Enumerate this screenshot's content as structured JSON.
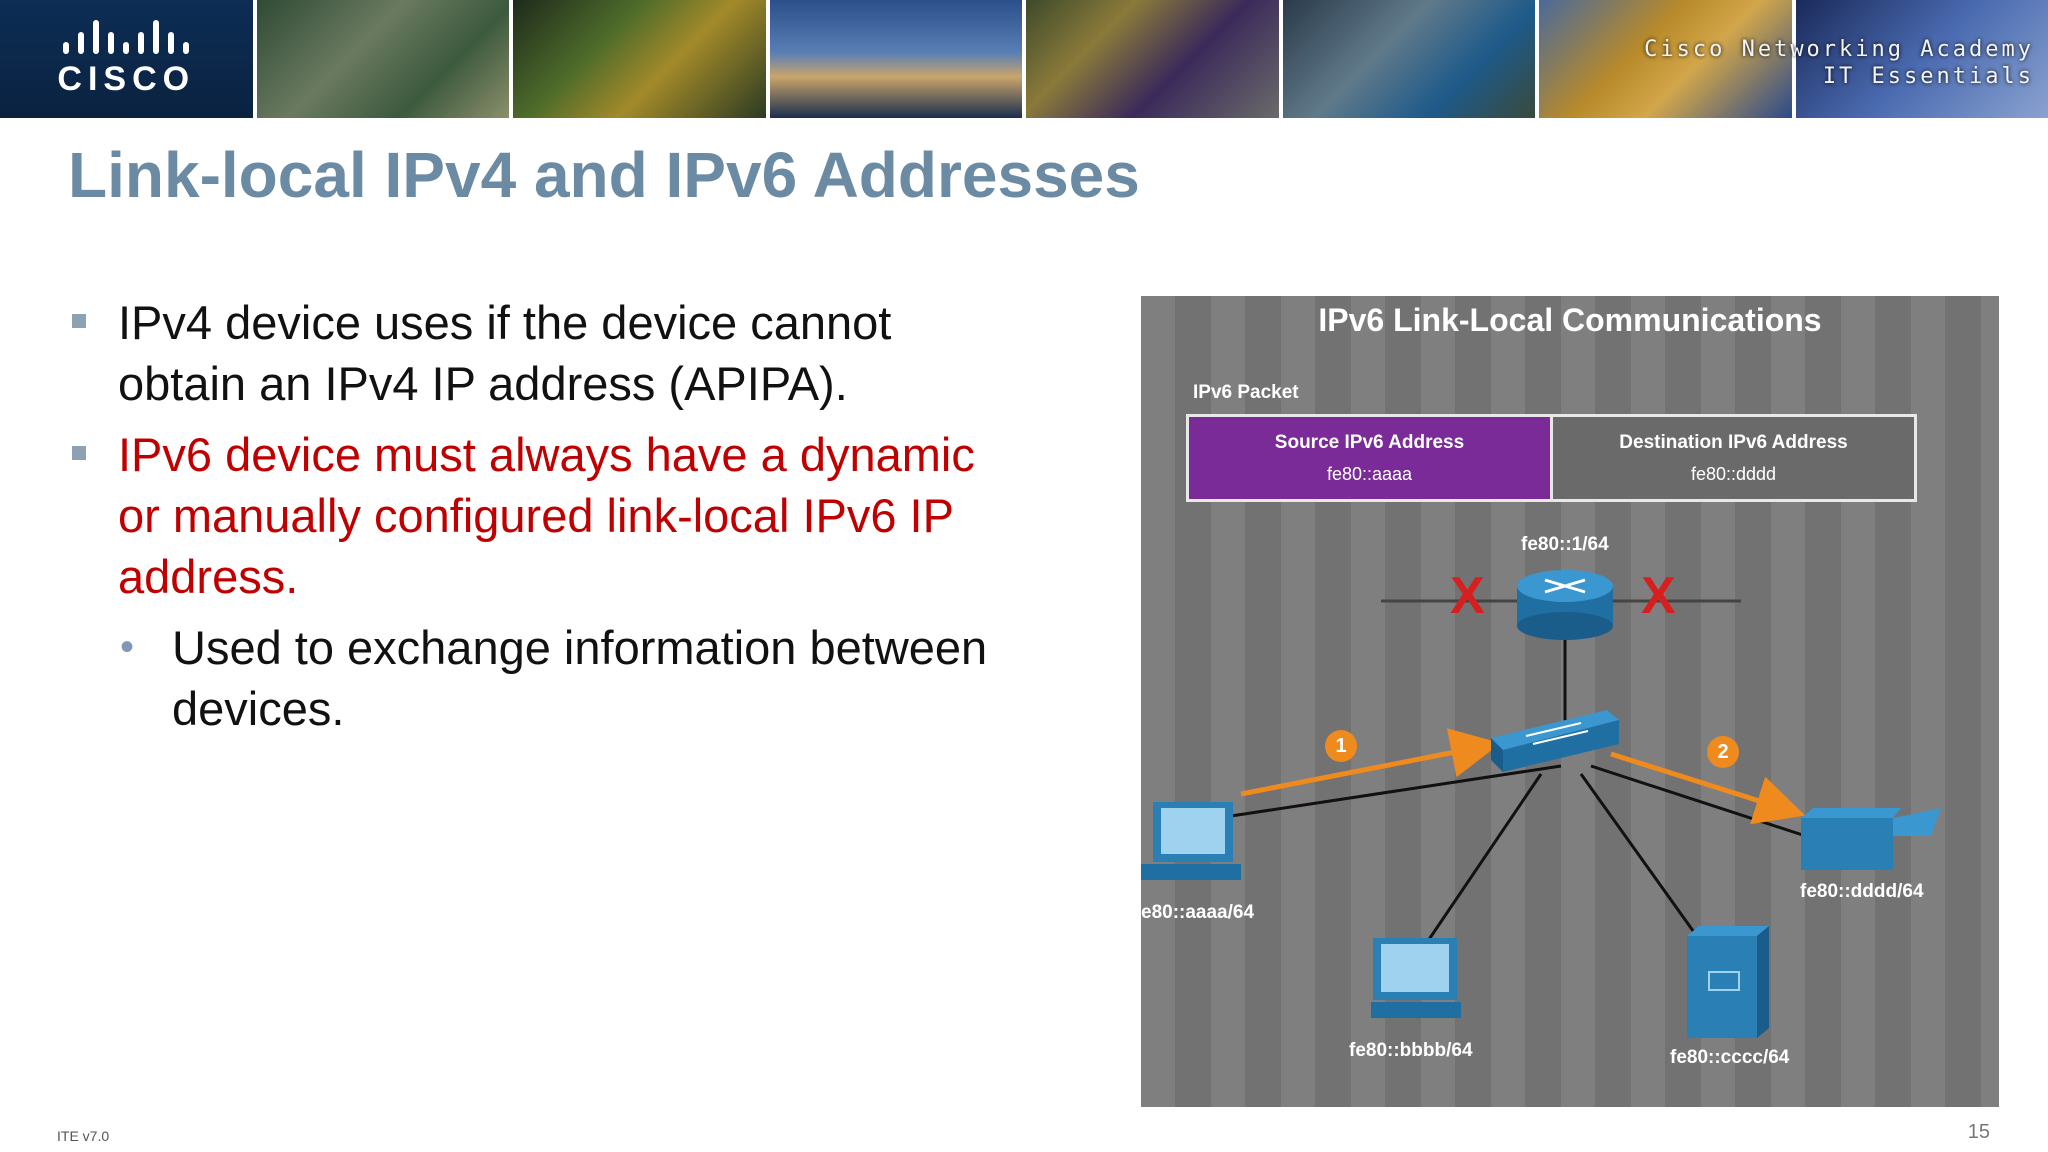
{
  "banner": {
    "logo_text": "CISCO",
    "caption_line1": "Cisco Networking Academy",
    "caption_line2": "IT Essentials"
  },
  "slide": {
    "title": "Link-local IPv4 and IPv6 Addresses",
    "bullets": [
      "IPv4 device uses if the device cannot obtain an IPv4 IP address (APIPA).",
      "IPv6 device must always have a dynamic or manually configured link-local IPv6 IP address."
    ],
    "sub_bullet": "Used to exchange information between devices."
  },
  "figure": {
    "title": "IPv6 Link-Local Communications",
    "packet_label": "IPv6 Packet",
    "source_header": "Source IPv6 Address",
    "source_value": "fe80::aaaa",
    "dest_header": "Destination IPv6 Address",
    "dest_value": "fe80::dddd",
    "router_label": "fe80::1/64",
    "host_a": "e80::aaaa/64",
    "host_b": "fe80::bbbb/64",
    "host_c": "fe80::cccc/64",
    "host_d": "fe80::dddd/64",
    "blocked_mark": "X",
    "step1": "1",
    "step2": "2",
    "colors": {
      "source_cell": "#7a2b97",
      "arrow": "#ee8a1e",
      "blocked": "#d81f1f",
      "device": "#2a7fb5"
    }
  },
  "footer": {
    "left": "ITE v7.0",
    "page": "15"
  }
}
